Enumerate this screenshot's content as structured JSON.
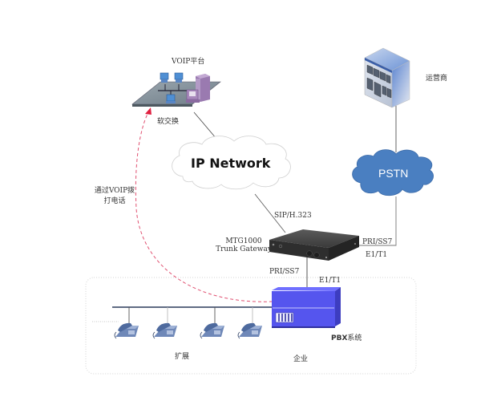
{
  "nodes": {
    "voip_platform": {
      "title": "VOIP平台",
      "subtitle": "软交换"
    },
    "carrier": {
      "label": "运营商"
    },
    "ip_network": {
      "label": "IP Network"
    },
    "pstn": {
      "label": "PSTN"
    },
    "gateway": {
      "model": "MTG1000",
      "name": "Trunk Gateway"
    },
    "pbx": {
      "prefix": "PBX",
      "label": "系统"
    },
    "extensions": {
      "label": "扩展",
      "phone_count": 4
    },
    "enterprise": {
      "label": "企业"
    }
  },
  "links": {
    "gateway_ip": {
      "label": "SIP/H.323"
    },
    "gateway_pstn": {
      "protocol": "PRI/SS7",
      "interface": "E1/T1"
    },
    "gateway_pbx": {
      "protocol": "PRI/SS7",
      "interface": "E1/T1"
    },
    "voip_call": {
      "label_line1": "通过VOIP拨",
      "label_line2": "打电话"
    }
  },
  "colors": {
    "pstn_cloud": "#4a7fc1",
    "pbx_box": "#5555ee",
    "dashed_path": "#e05070",
    "bus_line": "#2a3a5a",
    "phone": "#6f88b8",
    "building": "#8fa8d8"
  }
}
